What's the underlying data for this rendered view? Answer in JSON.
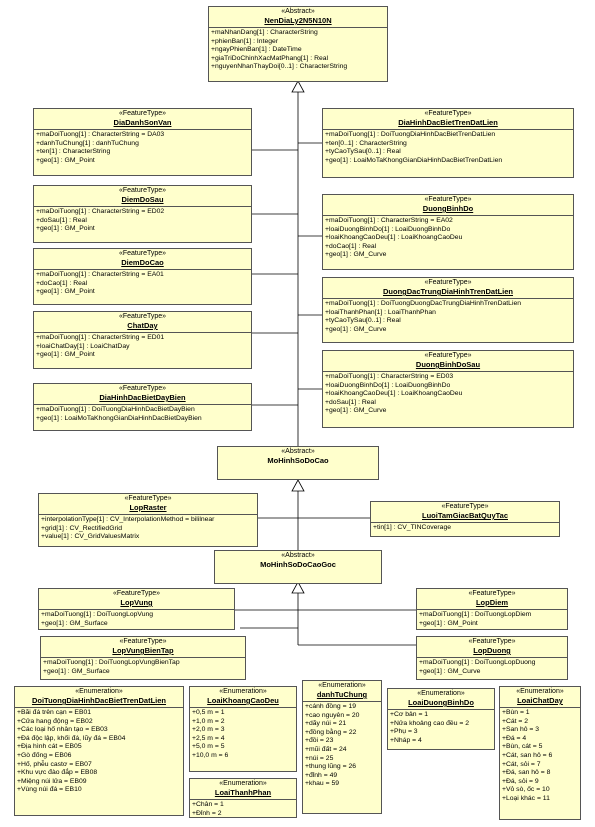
{
  "colors": {
    "box_fill": "#ffffcc",
    "box_border": "#555555",
    "line": "#000000"
  },
  "classes": {
    "nendialy": {
      "stereotype": "«Abstract»",
      "name": "NenDiaLy2N5N10N",
      "attrs": [
        "+maNhanDang[1] : CharacterString",
        "+phienBan[1] : Integer",
        "+ngayPhienBan[1] : DateTime",
        "+giaTriDoChinhXacMatPhang[1] : Real",
        "+nguyenNhanThayDoi[0..1] : CharacterString"
      ]
    },
    "diadanh": {
      "stereotype": "«FeatureType»",
      "name": "DiaDanhSonVan",
      "attrs": [
        "+maDoiTuong[1] : CharacterString = DA03",
        "+danhTuChung[1] : danhTuChung",
        "+ten[1] : CharacterString",
        "+geo[1] : GM_Point"
      ]
    },
    "dhdbtrendatlien": {
      "stereotype": "«FeatureType»",
      "name": "DiaHinhDacBietTrenDatLien",
      "attrs": [
        "+maDoiTuong[1] : DoiTuongDiaHinhDacBietTrenDatLien",
        "+ten[0..1] : CharacterString",
        "+tyCaoTySau[0..1] : Real",
        "+geo[1] : LoaiMoTaKhongGianDiaHinhDacBietTrenDatLien"
      ]
    },
    "diemdosau": {
      "stereotype": "«FeatureType»",
      "name": "DiemDoSau",
      "attrs": [
        "+maDoiTuong[1] : CharacterString = ED02",
        "+doSau[1] : Real",
        "+geo[1] : GM_Point"
      ]
    },
    "duongbinhdo": {
      "stereotype": "«FeatureType»",
      "name": "DuongBinhDo",
      "attrs": [
        "+maDoiTuong[1] : CharacterString = EA02",
        "+loaiDuongBinhDo[1] : LoaiDuongBinhDo",
        "+loaiKhoangCaoDeu[1] : LoaiKhoangCaoDeu",
        "+doCao[1] : Real",
        "+geo[1] : GM_Curve"
      ]
    },
    "diemdocao": {
      "stereotype": "«FeatureType»",
      "name": "DiemDoCao",
      "attrs": [
        "+maDoiTuong[1] : CharacterString = EA01",
        "+doCao[1] : Real",
        "+geo[1] : GM_Point"
      ]
    },
    "duongdactrung": {
      "stereotype": "«FeatureType»",
      "name": "DuongDacTrungDiaHinhTrenDatLien",
      "attrs": [
        "+maDoiTuong[1] : DoiTuongDuongDacTrungDiaHinhTrenDatLien",
        "+loaiThanhPhan[1] : LoaiThanhPhan",
        "+tyCaoTySau[0..1] : Real",
        "+geo[1] : GM_Curve"
      ]
    },
    "chatday": {
      "stereotype": "«FeatureType»",
      "name": "ChatDay",
      "attrs": [
        "+maDoiTuong[1] : CharacterString = ED01",
        "+loaiChatDay[1] : LoaiChatDay",
        "+geo[1] : GM_Point"
      ]
    },
    "duongbinhdosau": {
      "stereotype": "«FeatureType»",
      "name": "DuongBinhDoSau",
      "attrs": [
        "+maDoiTuong[1] : CharacterString = ED03",
        "+loaiDuongBinhDo[1] : LoaiDuongBinhDo",
        "+loaiKhoangCaoDeu[1] : LoaiKhoangCaoDeu",
        "+doSau[1] : Real",
        "+geo[1] : GM_Curve"
      ]
    },
    "dhdbdaybien": {
      "stereotype": "«FeatureType»",
      "name": "DiaHinhDacBietDayBien",
      "attrs": [
        "+maDoiTuong[1] : DoiTuongDiaHinhDacBietDayBien",
        "+geo[1] : LoaiMoTaKhongGianDiaHinhDacBietDayBien"
      ]
    },
    "mohinhsodocao": {
      "stereotype": "«Abstract»",
      "name": "MoHinhSoDoCao",
      "attrs": []
    },
    "lopraster": {
      "stereotype": "«FeatureType»",
      "name": "LopRaster",
      "attrs": [
        "+interpolationType[1] : CV_InterpolationMethod = bililnear",
        "+grid[1] : CV_RectifiedGrid",
        "+value[1] : CV_GridValuesMatrix"
      ]
    },
    "luoitamgiac": {
      "stereotype": "«FeatureType»",
      "name": "LuoiTamGiacBatQuyTac",
      "attrs": [
        "+tin[1] : CV_TINCoverage"
      ]
    },
    "mohinhgoc": {
      "stereotype": "«Abstract»",
      "name": "MoHinhSoDoCaoGoc",
      "attrs": []
    },
    "lopvung": {
      "stereotype": "«FeatureType»",
      "name": "LopVung",
      "attrs": [
        "+maDoiTuong[1] : DoiTuongLopVung",
        "+geo[1] : GM_Surface"
      ]
    },
    "lopdiem": {
      "stereotype": "«FeatureType»",
      "name": "LopDiem",
      "attrs": [
        "+maDoiTuong[1] : DoiTuongLopDiem",
        "+geo[1] : GM_Point"
      ]
    },
    "lopvungbientap": {
      "stereotype": "«FeatureType»",
      "name": "LopVungBienTap",
      "attrs": [
        "+maDoiTuong[1] : DoiTuongLopVungBienTap",
        "+geo[1] : GM_Surface"
      ]
    },
    "lopduong": {
      "stereotype": "«FeatureType»",
      "name": "LopDuong",
      "attrs": [
        "+maDoiTuong[1] : DoiTuongLopDuong",
        "+geo[1] : GM_Curve"
      ]
    },
    "enum_dhdb": {
      "stereotype": "«Enumeration»",
      "name": "DoiTuongDiaHinhDacBietTrenDatLien",
      "attrs": [
        "+Bãi đá trên cạn = EB01",
        "+Cửa hang động = EB02",
        "+Các loại hố nhân tạo = EB03",
        "+Đá độc lập, khối đá, lũy đá = EB04",
        "+Địa hình cát = EB05",
        "+Gò đống = EB06",
        "+Hố, phễu castơ = EB07",
        "+Khu vực đào đắp = EB08",
        "+Miệng núi lửa = EB09",
        "+Vùng núi đá = EB10"
      ]
    },
    "enum_khoangcao": {
      "stereotype": "«Enumeration»",
      "name": "LoaiKhoangCaoDeu",
      "attrs": [
        "+0,5 m = 1",
        "+1,0 m = 2",
        "+2,0 m = 3",
        "+2,5 m = 4",
        "+5,0 m = 5",
        "+10,0 m = 6"
      ]
    },
    "enum_danhtu": {
      "stereotype": "«Enumeration»",
      "name": "danhTuChung",
      "attrs": [
        "+cánh đồng = 19",
        "+cao nguyên = 20",
        "+dãy núi = 21",
        "+đồng bằng = 22",
        "+đồi = 23",
        "+mũi đất = 24",
        "+núi = 25",
        "+thung lũng = 26",
        "+đỉnh = 49",
        "+khau = 59"
      ]
    },
    "enum_duongbinhdo": {
      "stereotype": "«Enumeration»",
      "name": "LoaiDuongBinhDo",
      "attrs": [
        "+Cơ bản = 1",
        "+Nửa khoảng cao đều = 2",
        "+Phụ = 3",
        "+Nháp = 4"
      ]
    },
    "enum_chatday": {
      "stereotype": "«Enumeration»",
      "name": "LoaiChatDay",
      "attrs": [
        "+Bùn = 1",
        "+Cát = 2",
        "+San hô = 3",
        "+Đá = 4",
        "+Bùn, cát = 5",
        "+Cát, san hô = 6",
        "+Cát, sỏi = 7",
        "+Đá, san hô = 8",
        "+Đá, sỏi = 9",
        "+Vỏ sò, ốc = 10",
        "+Loại khác = 11"
      ]
    },
    "enum_thanhphan": {
      "stereotype": "«Enumeration»",
      "name": "LoaiThanhPhan",
      "attrs": [
        "+Chân = 1",
        "+Đỉnh = 2"
      ]
    }
  }
}
